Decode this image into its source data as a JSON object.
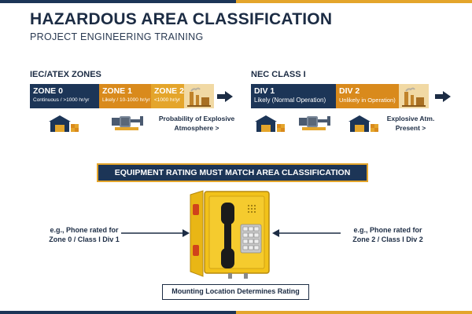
{
  "header": {
    "title": "HAZARDOUS AREA CLASSIFICATION",
    "subtitle": "PROJECT ENGINEERING TRAINING"
  },
  "iec": {
    "label": "IEC/ATEX ZONES",
    "zones": [
      {
        "name": "ZONE 0",
        "desc": "Continuous / >1000 hr/yr"
      },
      {
        "name": "ZONE 1",
        "desc": "Likely / 10-1000 hr/yr"
      },
      {
        "name": "ZONE 2",
        "desc": "<1000 hr/yr"
      }
    ],
    "caption_line1": "Probability of Explosive",
    "caption_line2": "Atmosphere >"
  },
  "nec": {
    "label": "NEC CLASS I",
    "divs": [
      {
        "name": "DIV 1",
        "desc": "Likely (Normal Operation)"
      },
      {
        "name": "DIV 2",
        "desc": "Unlikely in Operation)"
      }
    ],
    "caption_line1": "Explosive Atm.",
    "caption_line2": "Present >"
  },
  "banner": "EQUIPMENT RATING MUST MATCH AREA CLASSIFICATION",
  "left_note": {
    "line1": "e.g., Phone rated for",
    "line2": "Zone 0 / Class I Div 1"
  },
  "right_note": {
    "line1": "e.g., Phone rated for",
    "line2": "Zone 2 / Class I Div 2"
  },
  "footer_box": "Mounting Location Determines Rating",
  "icons": [
    "warehouse-icon",
    "pump-icon",
    "refinery-icon",
    "telephone-icon"
  ],
  "colors": {
    "navy": "#1c3557",
    "orange": "#d98a1c",
    "amber": "#e4a52b",
    "sand": "#f1d9a4",
    "phone_yellow": "#f2c21a"
  }
}
